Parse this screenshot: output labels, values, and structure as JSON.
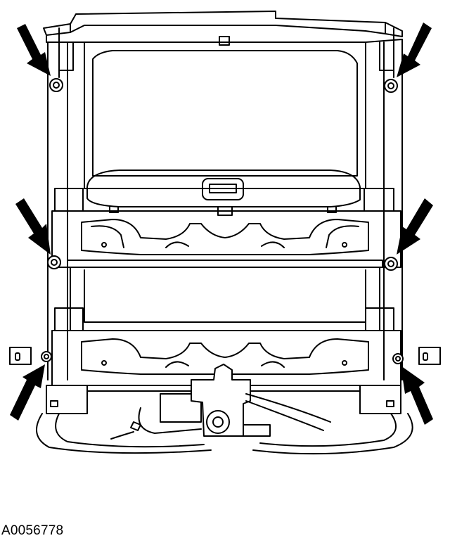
{
  "figure": {
    "id": "A0056778"
  },
  "parts": {
    "frame": "window-regulator-frame-icon",
    "motor": "regulator-motor-icon",
    "fasteners": "mounting-nut-icon",
    "arrows": "callout-arrow-icon"
  },
  "fastener_count": 6,
  "arrow_count": 6,
  "colors": {
    "line": "#000000",
    "background": "#ffffff"
  }
}
